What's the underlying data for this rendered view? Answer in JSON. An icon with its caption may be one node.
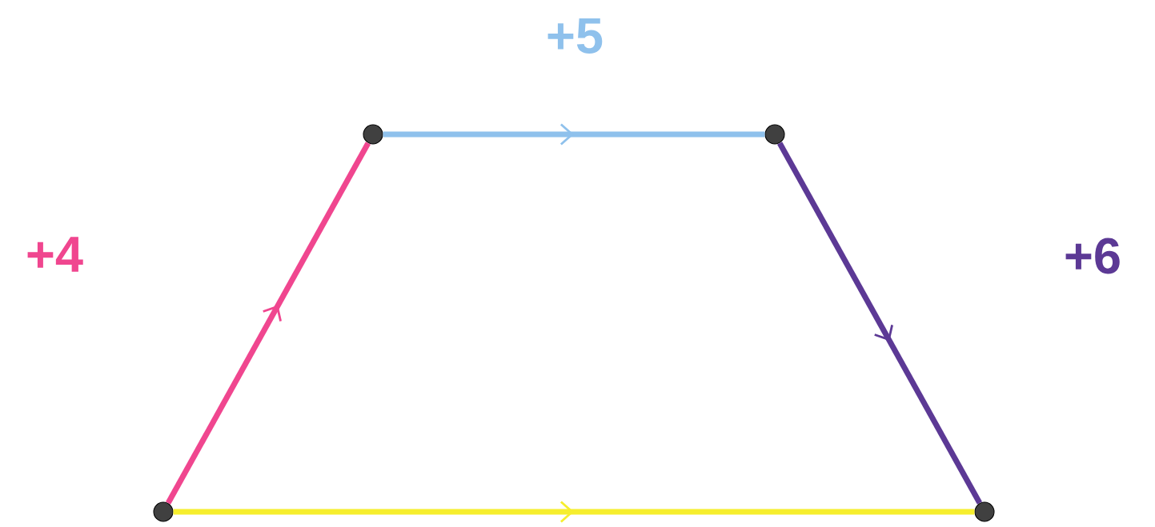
{
  "diagram": {
    "nodes": [
      {
        "text": [],
        "shape": "circle"
      },
      {
        "text": [],
        "shape": "circle"
      },
      {
        "text": [],
        "shape": "circle"
      },
      {
        "text": [],
        "shape": "circle"
      }
    ],
    "edges": [
      {
        "from": 0,
        "to": 1,
        "arrow": "to",
        "label": "+4",
        "color": "#f0468f"
      },
      {
        "from": 1,
        "to": 2,
        "arrow": "to",
        "label": "+5",
        "color": "#8fc1ec"
      },
      {
        "from": 2,
        "to": 3,
        "arrow": "to",
        "label": "+6",
        "color": "#5c3995"
      },
      {
        "from": 0,
        "to": 3,
        "arrow": "to",
        "color": "#f6ee2e"
      }
    ]
  }
}
